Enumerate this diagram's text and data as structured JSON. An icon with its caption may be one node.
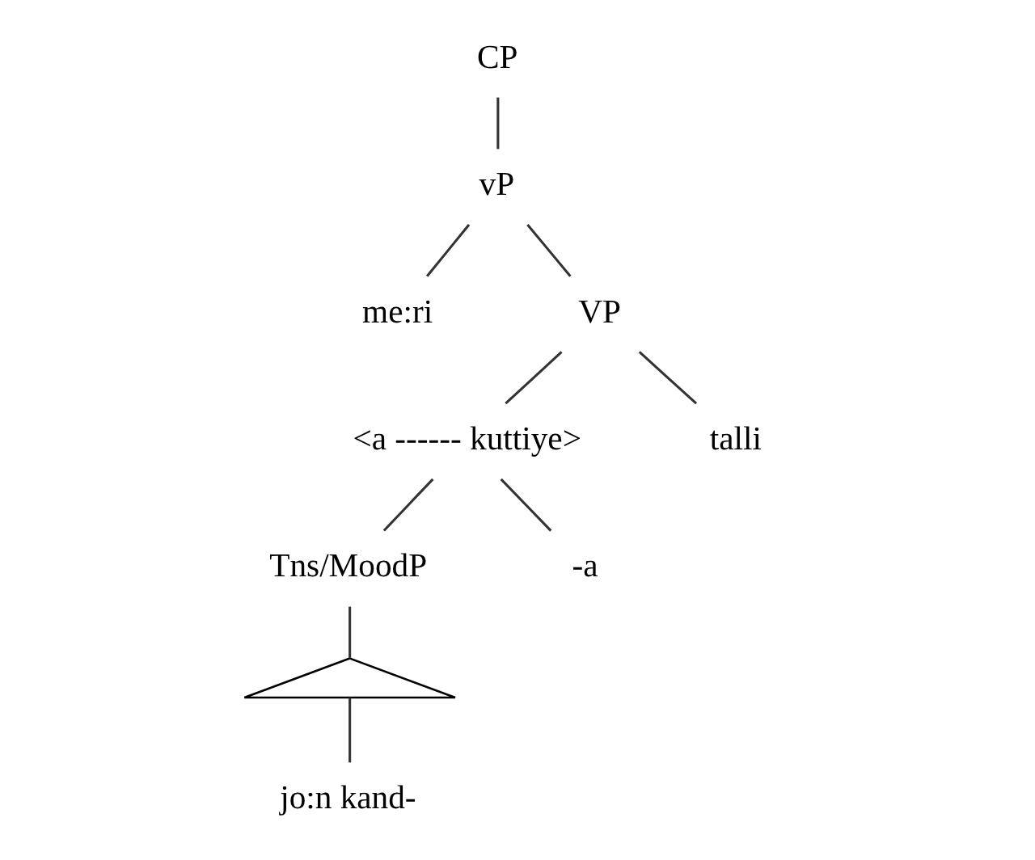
{
  "diagram": {
    "nodes": [
      {
        "text": [
          "CP"
        ]
      },
      {
        "text": [
          "vP"
        ]
      },
      {
        "text": [
          "me:ri"
        ]
      },
      {
        "text": [
          "VP"
        ]
      },
      {
        "text": [
          "<a ------ kuttiye>"
        ]
      },
      {
        "text": [
          "talli"
        ]
      },
      {
        "text": [
          "Tns/MoodP"
        ]
      },
      {
        "text": [
          "-a"
        ]
      },
      {
        "text": [],
        "shape": "triangle"
      },
      {
        "text": [
          "jo:n kand-"
        ]
      }
    ],
    "edges": [
      {
        "from": 0,
        "to": 1,
        "arrow": "none"
      },
      {
        "from": 1,
        "to": 2,
        "arrow": "none"
      },
      {
        "from": 1,
        "to": 3,
        "arrow": "none"
      },
      {
        "from": 3,
        "to": 4,
        "arrow": "none"
      },
      {
        "from": 3,
        "to": 5,
        "arrow": "none"
      },
      {
        "from": 4,
        "to": 6,
        "arrow": "none"
      },
      {
        "from": 4,
        "to": 7,
        "arrow": "none"
      },
      {
        "from": 6,
        "to": 8,
        "arrow": "none"
      },
      {
        "from": 8,
        "to": 9,
        "arrow": "none"
      }
    ]
  }
}
